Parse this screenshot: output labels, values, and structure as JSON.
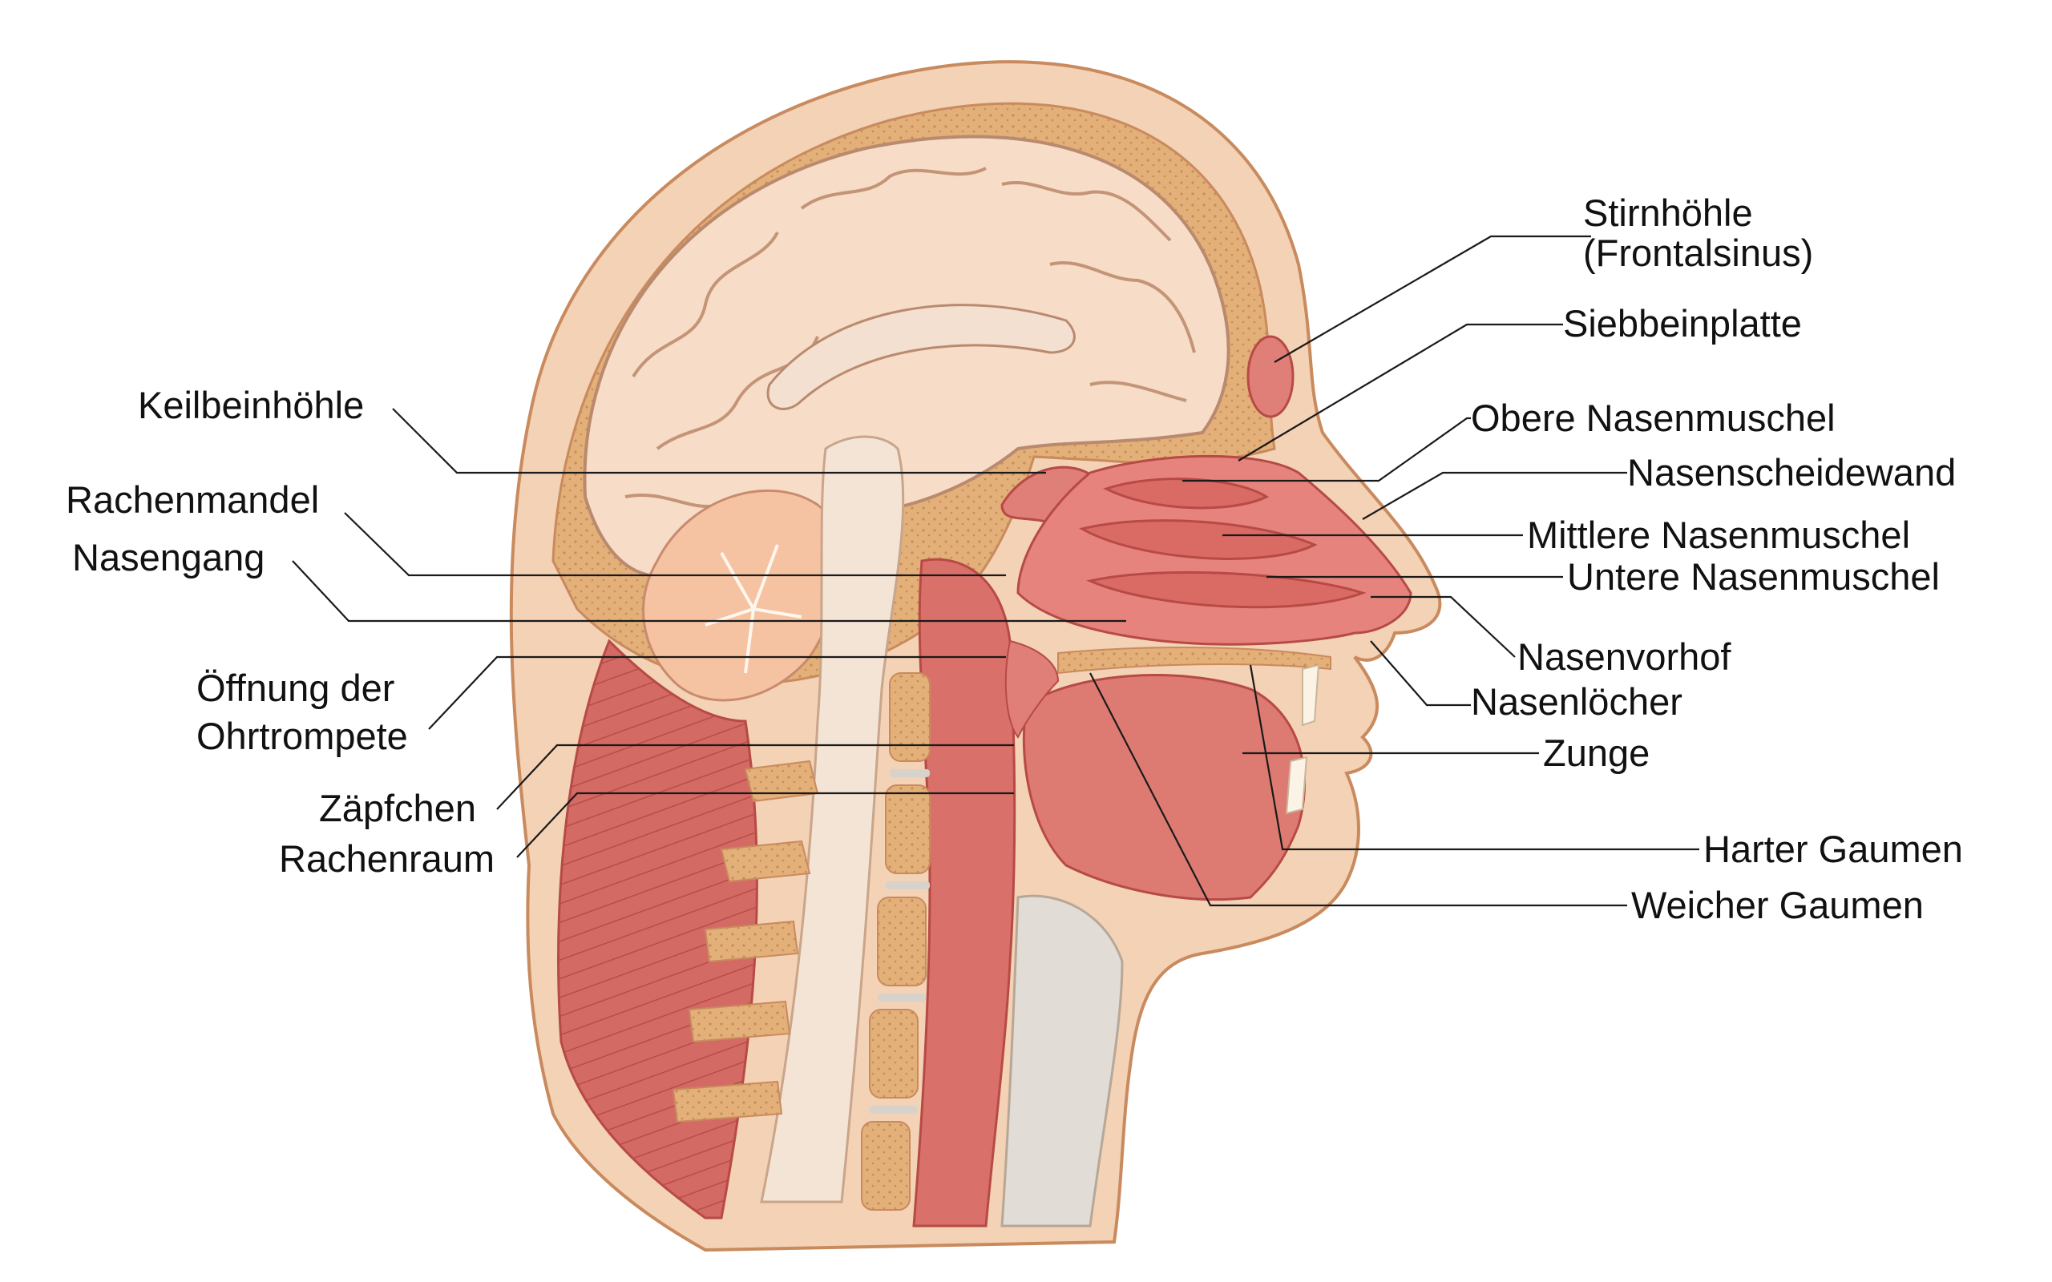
{
  "diagram": {
    "background": "#ffffff",
    "colors": {
      "skin_outline": "#c98a5e",
      "scalp": "#e9b989",
      "bone": "#e3b07a",
      "bone_dots": "#c98c55",
      "brain": "#f7dcc8",
      "brain_line": "#b98a6e",
      "muscle": "#d9706a",
      "muscle_dark": "#b84a46",
      "mucosa": "#e07e78",
      "spinal_cord": "#f4e4d6",
      "disc": "#d8d2cc",
      "cerebellum": "#f5c3a2"
    },
    "labels": {
      "stirnhoehle_1": "Stirnhöhle",
      "stirnhoehle_2": "(Frontalsinus)",
      "siebbeinplatte": "Siebbeinplatte",
      "obere_nasenmuschel": "Obere Nasenmuschel",
      "nasenscheidewand": "Nasenscheidewand",
      "mittlere_nasenmuschel": "Mittlere Nasenmuschel",
      "untere_nasenmuschel": "Untere Nasenmuschel",
      "nasenvorhof": "Nasenvorhof",
      "nasenloecher": "Nasenlöcher",
      "zunge": "Zunge",
      "harter_gaumen": "Harter Gaumen",
      "weicher_gaumen": "Weicher Gaumen",
      "keilbeinhoehle": "Keilbeinhöhle",
      "rachenmandel": "Rachenmandel",
      "nasengang": "Nasengang",
      "ohrtrompete_1": "Öffnung der",
      "ohrtrompete_2": "Ohrtrompete",
      "zaepfchen": "Zäpfchen",
      "rachenraum": "Rachenraum"
    }
  }
}
